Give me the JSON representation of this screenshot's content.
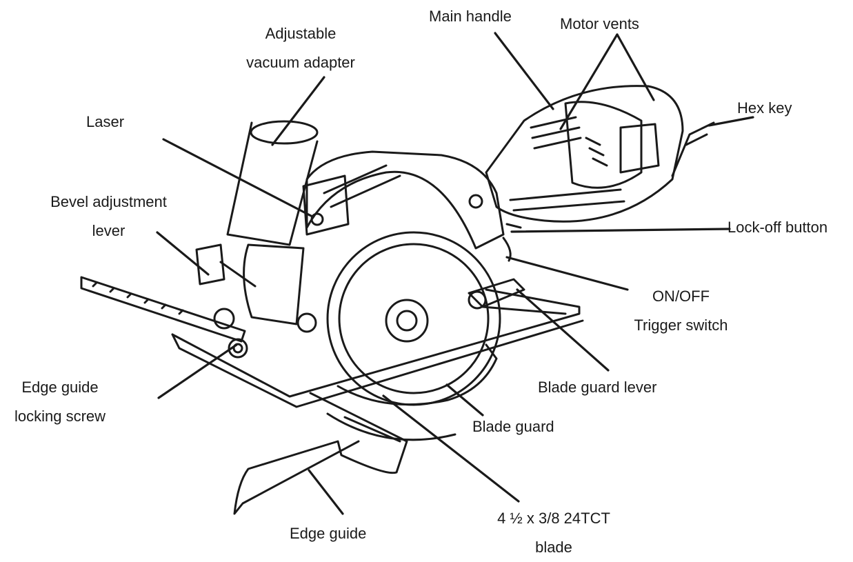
{
  "diagram": {
    "callouts": {
      "main_handle": "Main handle",
      "motor_vents": "Motor vents",
      "adjustable_vacuum_adapter": [
        "Adjustable",
        "vacuum adapter"
      ],
      "hex_key": "Hex key",
      "laser": "Laser",
      "bevel_adjustment_lever": [
        "Bevel adjustment",
        "lever"
      ],
      "lock_off_button": "Lock-off button",
      "on_off_trigger_switch": [
        "ON/OFF",
        "Trigger switch"
      ],
      "blade_guard_lever": "Blade guard lever",
      "edge_guide_locking_screw": [
        "Edge guide",
        "locking screw"
      ],
      "blade_guard": "Blade guard",
      "blade": [
        "4 ½ x 3/8 24TCT",
        "blade"
      ],
      "edge_guide": "Edge guide"
    }
  }
}
